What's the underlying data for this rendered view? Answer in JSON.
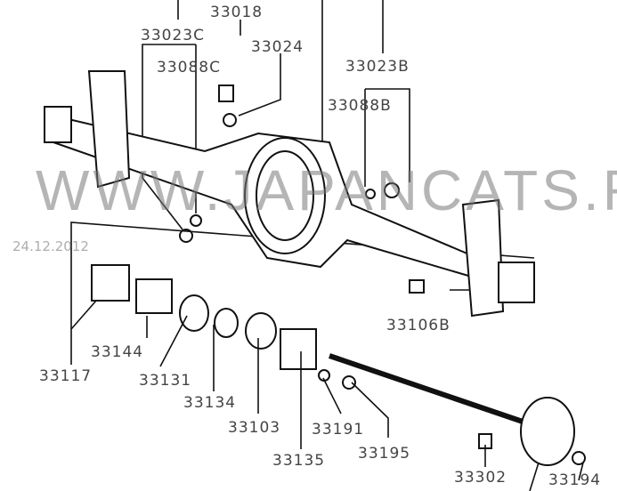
{
  "labels": {
    "p33018": "33018",
    "p33023C": "33023C",
    "p33024": "33024",
    "p33088C": "33088C",
    "p33023B": "33023B",
    "p33088B": "33088B",
    "p33106B": "33106B",
    "p33117": "33117",
    "p33144": "33144",
    "p33131": "33131",
    "p33134": "33134",
    "p33103": "33103",
    "p33191": "33191",
    "p33195": "33195",
    "p33135": "33135",
    "p33302": "33302",
    "p33194": "33194"
  },
  "watermark": "WWW.JAPANCATS.RU",
  "date_stamp": "24.12.2012"
}
